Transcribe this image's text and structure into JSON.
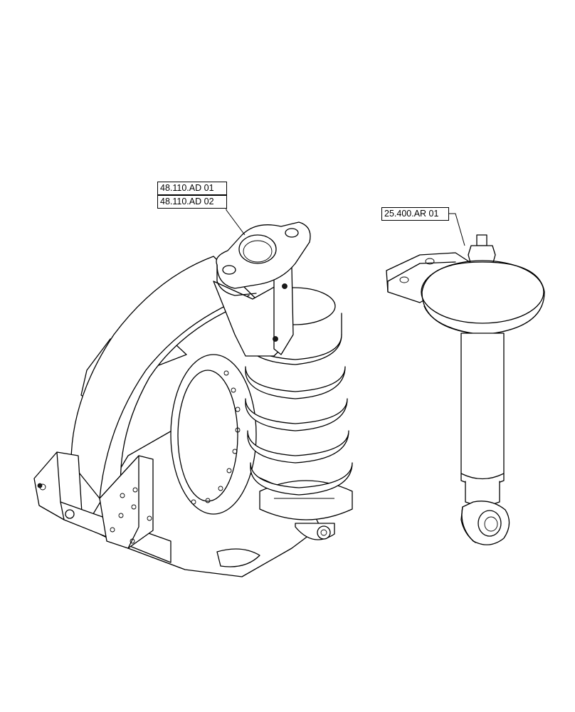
{
  "callouts": {
    "steering_knuckle_1": "48.110.AD 01",
    "steering_knuckle_2": "48.110.AD 02",
    "shock_absorber": "25.400.AR 01"
  },
  "colors": {
    "line": "#000000",
    "background": "#ffffff"
  }
}
